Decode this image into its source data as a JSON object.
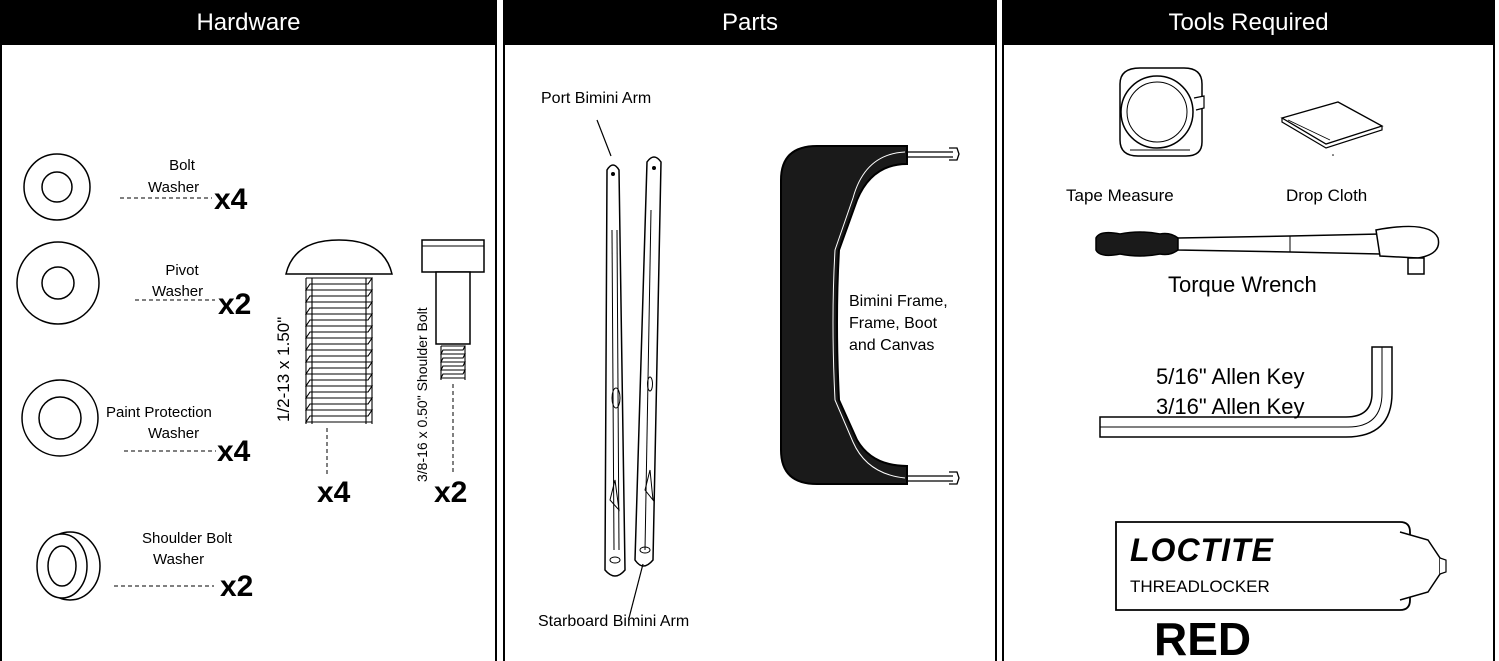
{
  "panels": {
    "hardware": {
      "title": "Hardware",
      "items": [
        {
          "name_line1": "Bolt",
          "name_line2": "Washer",
          "qty": "x4"
        },
        {
          "name_line1": "Pivot",
          "name_line2": "Washer",
          "qty": "x2"
        },
        {
          "name_line1": "Paint Protection",
          "name_line2": "Washer",
          "qty": "x4"
        },
        {
          "name_line1": "Shoulder Bolt",
          "name_line2": "Washer",
          "qty": "x2"
        }
      ],
      "bolt": {
        "label": "1/2-13 x 1.50\"",
        "qty": "x4"
      },
      "shoulder_bolt": {
        "label": "3/8-16 x 0.50\" Shoulder Bolt",
        "qty": "x2"
      }
    },
    "parts": {
      "title": "Parts",
      "port_arm": "Port Bimini Arm",
      "starboard_arm": "Starboard Bimini Arm",
      "frame_line1": "Bimini Frame,",
      "frame_line2": "Frame, Boot",
      "frame_line3": "and Canvas"
    },
    "tools": {
      "title": "Tools Required",
      "tape_measure": "Tape Measure",
      "drop_cloth": "Drop Cloth",
      "torque_wrench": "Torque Wrench",
      "allen_key_1": "5/16\" Allen Key",
      "allen_key_2": "3/16\" Allen Key",
      "loctite_brand": "LOCTITE",
      "loctite_sub": "THREADLOCKER",
      "loctite_color": "RED"
    }
  }
}
